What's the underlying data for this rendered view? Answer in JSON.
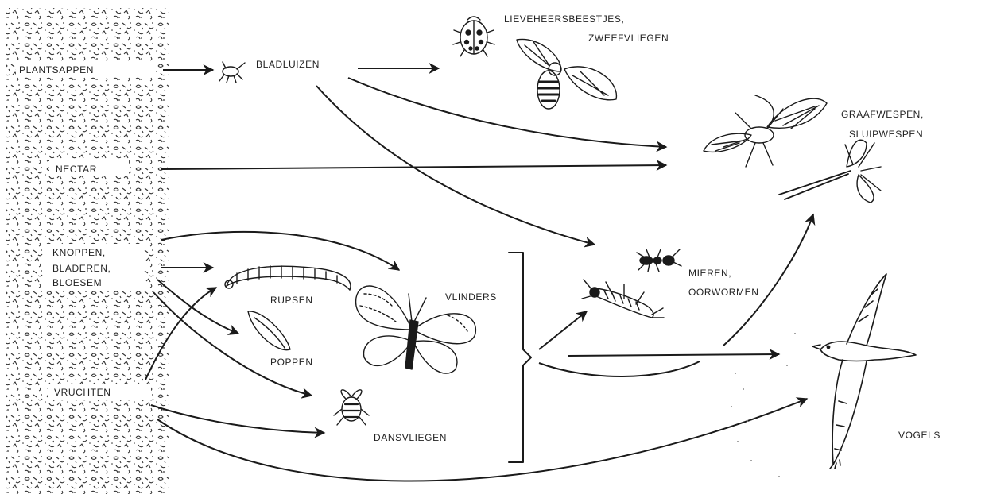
{
  "labels": {
    "plantsappen": "PLANTSAPPEN",
    "bladluizen": "BLADLUIZEN",
    "lieveheersbeestjes": "LIEVEHEERSBEESTJES,",
    "zweefvliegen": "ZWEEFVLIEGEN",
    "nectar": "NECTAR",
    "sluipwespen_1": "GRAAFWESPEN,",
    "sluipwespen_2": "SLUIPWESPEN",
    "knoppen": "KNOPPEN,",
    "bladeren": "BLADEREN,",
    "bloesem": "BLOESEM",
    "rupsen": "RUPSEN",
    "poppen": "POPPEN",
    "vlinders": "VLINDERS",
    "mieren": "MIEREN,",
    "oorwormen": "OORWORMEN",
    "vruchten": "VRUCHTEN",
    "vogels": "VOGELS",
    "dansvliegen": "DANSVLIEGEN"
  },
  "illustrations": {
    "left_vegetation": "foliage-texture",
    "aphid": "aphid-icon",
    "ladybird": "ladybird-icon",
    "hoverfly": "hoverfly-icon",
    "wasp": "wasp-icon",
    "ichneumon": "ichneumon-icon",
    "caterpillar": "caterpillar-icon",
    "pupa": "pupa-icon",
    "butterfly": "butterfly-icon",
    "ant": "ant-icon",
    "earwig": "earwig-icon",
    "fly": "fly-icon",
    "bird": "bird-icon"
  },
  "colors": {
    "ink": "#1a1a1a",
    "background": "#ffffff"
  }
}
